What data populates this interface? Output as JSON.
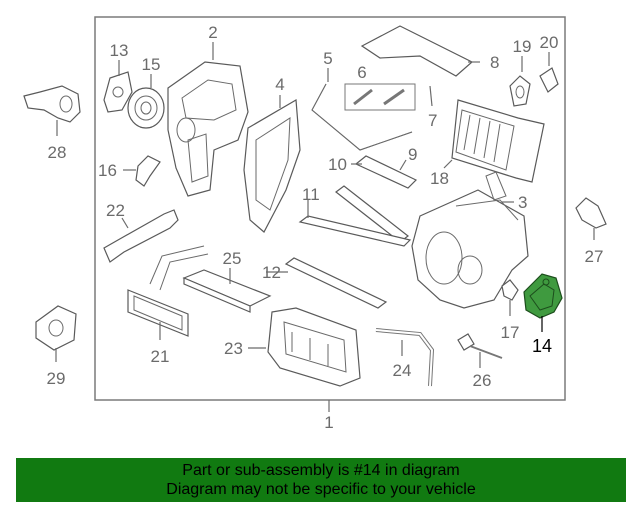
{
  "diagram": {
    "assembly_callout": "1",
    "highlight_color": "#3f9a3f",
    "callouts": {
      "c2": "2",
      "c3": "3",
      "c4": "4",
      "c5": "5",
      "c6": "6",
      "c7": "7",
      "c8": "8",
      "c9": "9",
      "c10": "10",
      "c11": "11",
      "c12": "12",
      "c13": "13",
      "c14": "14",
      "c15": "15",
      "c16": "16",
      "c17": "17",
      "c18": "18",
      "c19": "19",
      "c20": "20",
      "c21": "21",
      "c22": "22",
      "c23": "23",
      "c24": "24",
      "c25": "25",
      "c26": "26",
      "c27": "27",
      "c28": "28",
      "c29": "29"
    }
  },
  "banner": {
    "line1": "Part or sub-assembly is #14 in diagram",
    "line2": "Diagram may not be specific to your vehicle",
    "background": "#117a11"
  }
}
